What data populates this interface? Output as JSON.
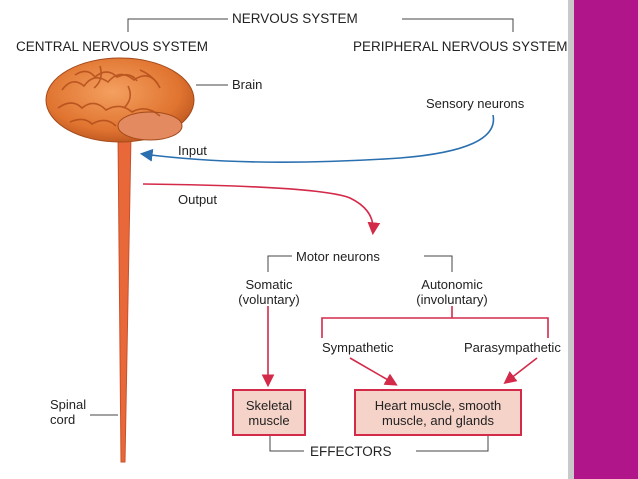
{
  "diagram": {
    "title": "NERVOUS SYSTEM",
    "cns_label": "CENTRAL NERVOUS SYSTEM",
    "pns_label": "PERIPHERAL NERVOUS SYSTEM",
    "brain_label": "Brain",
    "sensory_label": "Sensory neurons",
    "input_label": "Input",
    "output_label": "Output",
    "motor_label": "Motor neurons",
    "somatic_label": "Somatic\n(voluntary)",
    "autonomic_label": "Autonomic\n(involuntary)",
    "sympathetic_label": "Sympathetic",
    "parasympathetic_label": "Parasympathetic",
    "skeletal_label": "Skeletal\nmuscle",
    "heart_label": "Heart muscle, smooth\nmuscle, and glands",
    "spinal_label": "Spinal\ncord",
    "effectors_label": "EFFECTORS"
  },
  "colors": {
    "brain": "#e8783a",
    "spinal_cord": "#e8683a",
    "output_arrow": "#d42a4a",
    "input_arrow": "#2a6fb0",
    "box_fill": "#f6d3c8",
    "accent_bar": "#b0168a"
  }
}
